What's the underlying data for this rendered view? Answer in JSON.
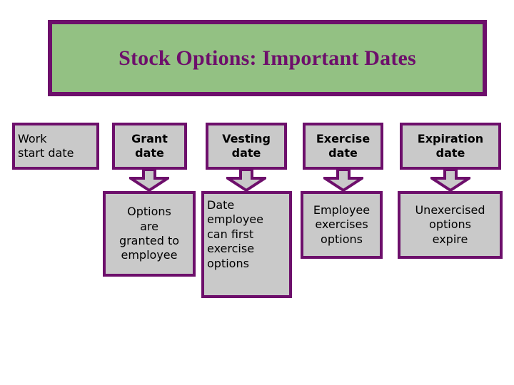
{
  "slide": {
    "background_color": "#ffffff",
    "accent_purple": "#6d0f6b",
    "banner_green": "#93c183",
    "box_gray": "#c9c9c9"
  },
  "title": {
    "text": "Stock Options: Important Dates"
  },
  "timeline": {
    "stages": [
      {
        "key": "work-start",
        "header": "Work\nstart date",
        "header_align": "left",
        "header_bold": false,
        "has_arrow": false,
        "detail": null
      },
      {
        "key": "grant",
        "header": "Grant\ndate",
        "header_align": "center",
        "header_bold": true,
        "has_arrow": true,
        "detail": "Options\nare\ngranted to\nemployee",
        "detail_align": "center"
      },
      {
        "key": "vesting",
        "header": "Vesting\ndate",
        "header_align": "center",
        "header_bold": true,
        "has_arrow": true,
        "detail": "Date\nemployee\ncan first\nexercise\noptions",
        "detail_align": "left"
      },
      {
        "key": "exercise",
        "header": "Exercise\ndate",
        "header_align": "center",
        "header_bold": true,
        "has_arrow": true,
        "detail": "Employee\nexercises\noptions",
        "detail_align": "center"
      },
      {
        "key": "expiration",
        "header": "Expiration\ndate",
        "header_align": "center",
        "header_bold": true,
        "has_arrow": true,
        "detail": "Unexercised\noptions\nexpire",
        "detail_align": "center"
      }
    ]
  },
  "icons": {
    "arrow": "down-arrow-icon"
  }
}
